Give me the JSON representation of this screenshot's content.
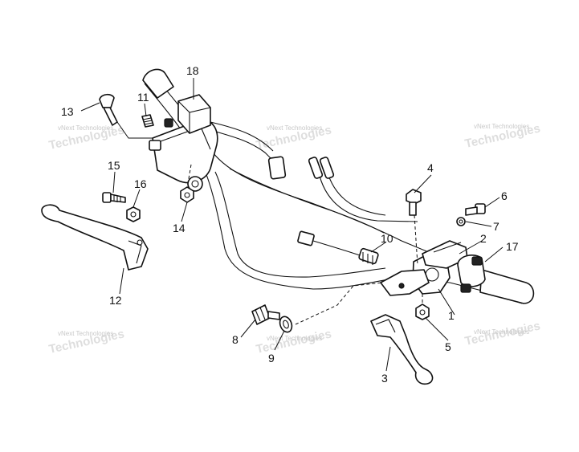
{
  "callouts": [
    {
      "id": "c1",
      "label": "1"
    },
    {
      "id": "c2",
      "label": "2"
    },
    {
      "id": "c3",
      "label": "3"
    },
    {
      "id": "c4",
      "label": "4"
    },
    {
      "id": "c5",
      "label": "5"
    },
    {
      "id": "c6",
      "label": "6"
    },
    {
      "id": "c7",
      "label": "7"
    },
    {
      "id": "c8",
      "label": "8"
    },
    {
      "id": "c9",
      "label": "9"
    },
    {
      "id": "c10",
      "label": "10"
    },
    {
      "id": "c11",
      "label": "11"
    },
    {
      "id": "c12",
      "label": "12"
    },
    {
      "id": "c13",
      "label": "13"
    },
    {
      "id": "c14",
      "label": "14"
    },
    {
      "id": "c15",
      "label": "15"
    },
    {
      "id": "c16",
      "label": "16"
    },
    {
      "id": "c17",
      "label": "17"
    },
    {
      "id": "c18",
      "label": "18"
    }
  ],
  "watermark": {
    "line1": "vNext Technologies",
    "line2": "Technologies"
  },
  "colors": {
    "ink": "#111111",
    "background": "#ffffff",
    "watermark": "#c8c8c8"
  }
}
